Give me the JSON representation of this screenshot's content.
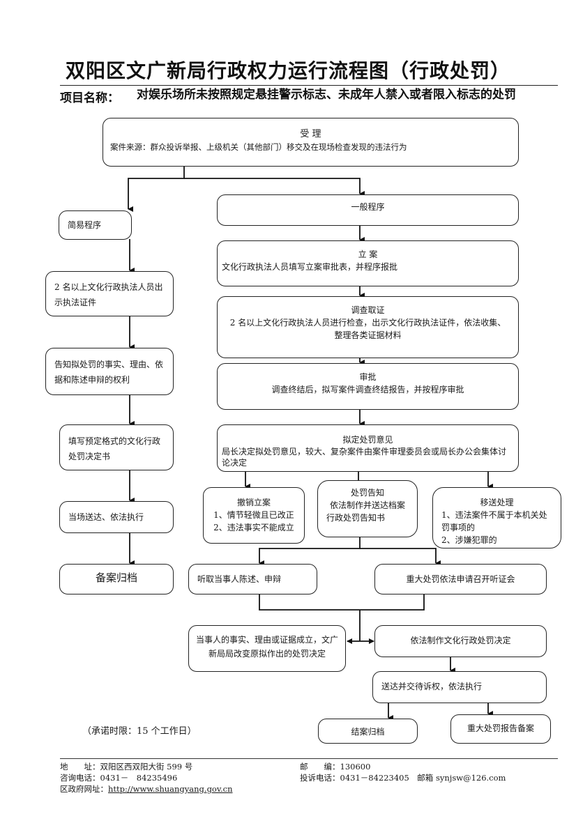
{
  "header": {
    "title": "双阳区文广新局行政权力运行流程图（行政处罚）",
    "project_label": "项目名称：",
    "project_name": "对娱乐场所未按照规定悬挂警示标志、未成年人禁入或者限入标志的处罚"
  },
  "flowchart": {
    "accept": {
      "title": "受  理",
      "body": "案件来源：群众投诉举报、上级机关（其他部门）移交及在现场检查发现的违法行为"
    },
    "simple": {
      "label": "简易程序",
      "steps": [
        "2 名以上文化行政执法人员出示执法证件",
        "告知拟处罚的事实、理由、依据和陈述申辩的权利",
        "填写预定格式的文化行政处罚决定书",
        "当场送达、依法执行",
        "备案归档"
      ]
    },
    "general": {
      "label": "一般程序",
      "filing": {
        "title": "立  案",
        "body": "文化行政执法人员填写立案审批表，并程序报批"
      },
      "investigation": {
        "title": "调查取证",
        "body": "2 名以上文化行政执法人员进行检查，出示文化行政执法证件，依法收集、整理各类证据材料"
      },
      "approval": {
        "title": "审批",
        "body": "调查终结后，拟写案件调查终结报告，并按程序审批"
      },
      "proposal": {
        "title": "拟定处罚意见",
        "body": "局长决定拟处罚意见，较大、复杂案件由案件审理委员会或局长办公会集体讨论决定"
      },
      "revoke": {
        "title": "撤销立案",
        "lines": [
          "1、情节轻微且已改正",
          "2、违法事实不能成立"
        ]
      },
      "notify": {
        "title": "处罚告知",
        "lines": [
          "依法制作并送达档案",
          "行政处罚告知书"
        ]
      },
      "transfer": {
        "title": "移送处理",
        "lines": [
          "1、违法案件不属于本机关处罚事项的",
          "2、涉嫌犯罪的"
        ]
      },
      "hearing_statement": "听取当事人陈述、申辩",
      "hearing_major": "重大处罚依法申请召开听证会",
      "change_decision": "当事人的事实、理由或证据成立，文广新局局改变原拟作出的处罚决定",
      "make_decision": "依法制作文化行政处罚决定",
      "deliver": "送达并交待诉权，依法执行",
      "close": "结案归档",
      "report": "重大处罚报告备案"
    }
  },
  "note": "（承诺时限：15 个工作日）",
  "footer": {
    "address": "地　　址：双阳区西双阳大街 599 号",
    "postcode": "邮　　编：130600",
    "consult_phone": "咨询电话：0431－　84235496",
    "complaint_phone": "投诉电话：0431－84223405　邮箱 synjsw@126.com",
    "website_label": "区政府网址：",
    "website": "http://www.shuangyang.gov.cn"
  }
}
